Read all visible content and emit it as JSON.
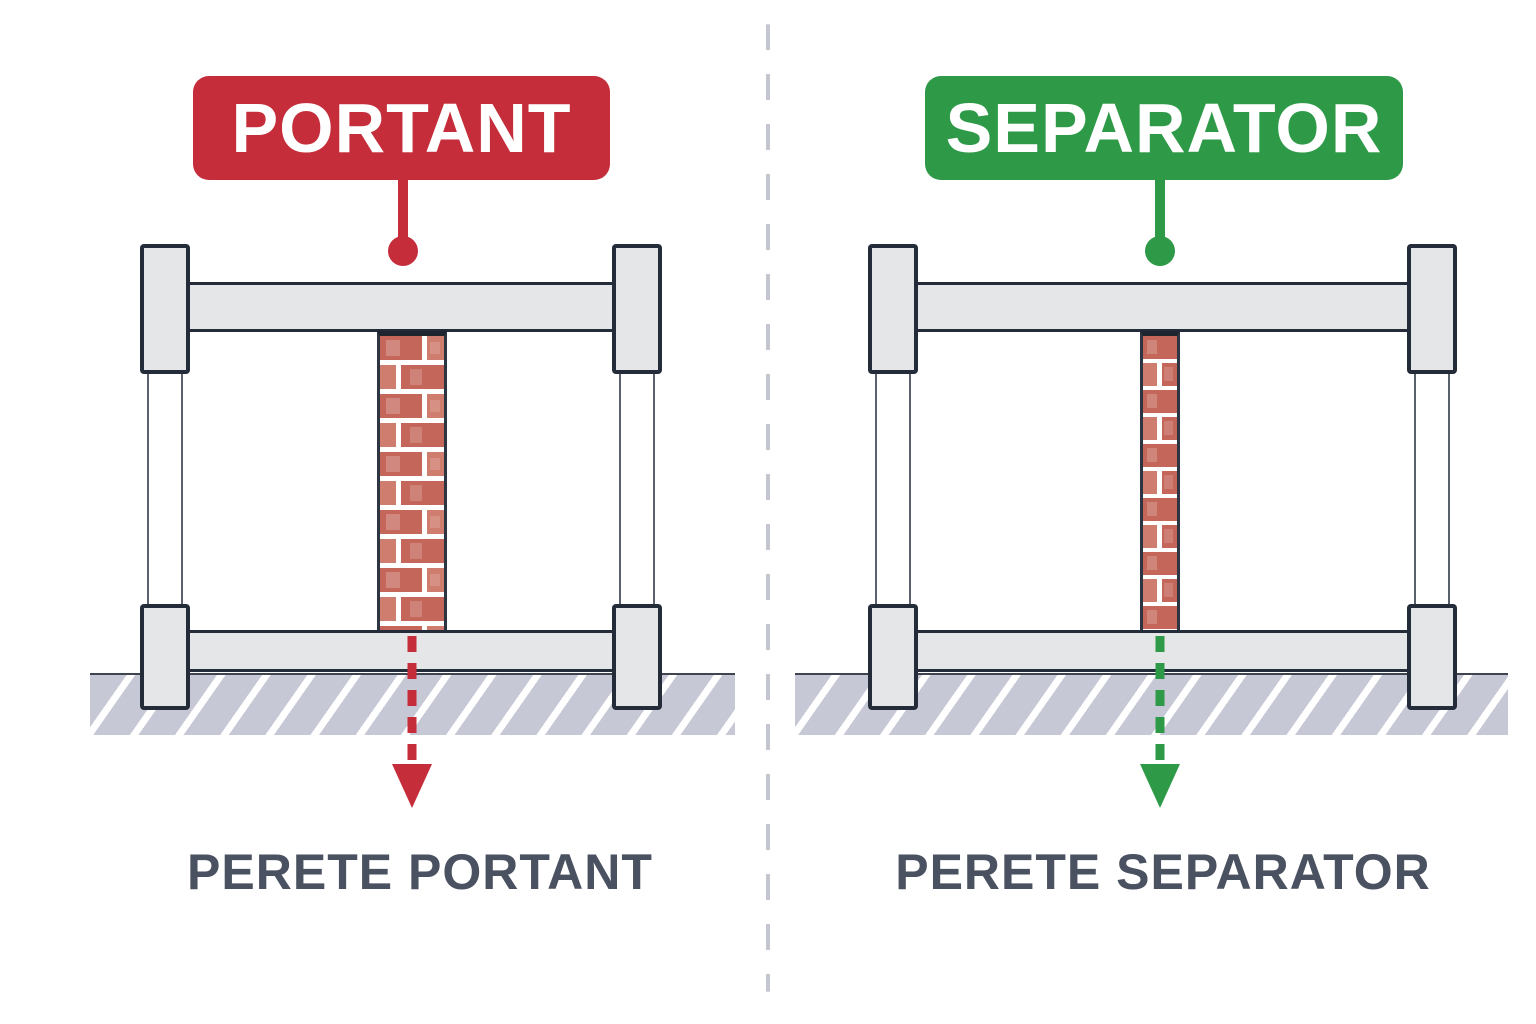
{
  "left_panel": {
    "label": "PORTANT",
    "caption": "PERETE PORTANT",
    "wall_type": "load-bearing-thick-brick-wall"
  },
  "right_panel": {
    "label": "SEPARATOR",
    "caption": "PERETE SEPARATOR",
    "wall_type": "partition-thin-brick-wall"
  },
  "colors": {
    "accent-red": "#C52D3A",
    "accent-green": "#2E9A48",
    "brick": "#C4675A",
    "brick-light": "#CF7D6F",
    "mortar": "#FFFFFF",
    "concrete": "#E4E6E8",
    "outline": "#242C39",
    "ground": "#C7C8D6",
    "divider": "#C4C6D0",
    "caption-text": "#4A5160",
    "label-text": "#FFFFFF"
  }
}
